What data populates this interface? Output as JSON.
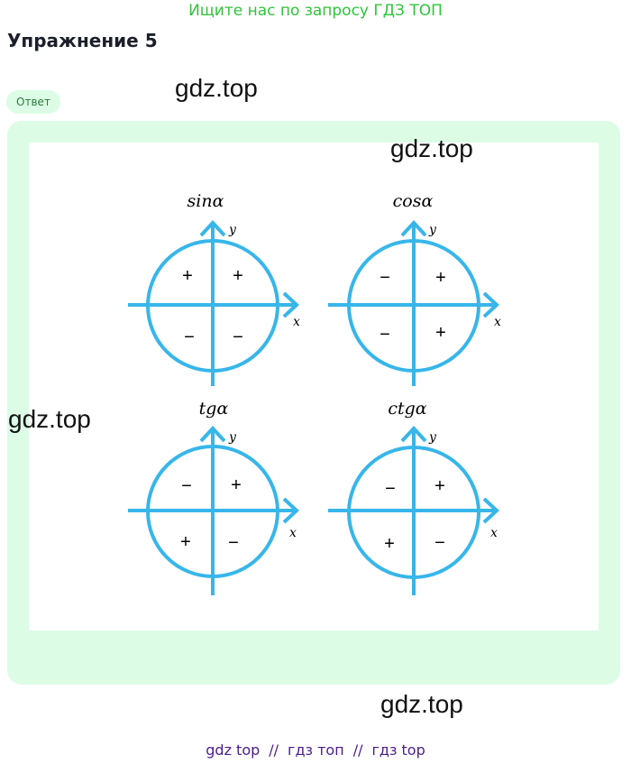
{
  "banner": "Ищите нас по запросу ГДЗ ТОП",
  "exercise_title": "Упражнение 5",
  "answer_label": "Ответ",
  "watermarks": [
    "gdz.top",
    "gdz.top",
    "gdz.top",
    "gdz.top"
  ],
  "footer": [
    "gdz top",
    "гдз топ",
    "гдз top"
  ],
  "footer_separator": "//",
  "accent_color": "#37b6ea",
  "panel_color": "#dcfce6",
  "diagrams": [
    {
      "title": "sinα",
      "x_label": "x",
      "y_label": "y",
      "signs": [
        "+",
        "+",
        "−",
        "−"
      ]
    },
    {
      "title": "cosα",
      "x_label": "x",
      "y_label": "y",
      "signs": [
        "−",
        "+",
        "−",
        "+"
      ]
    },
    {
      "title": "tgα",
      "x_label": "x",
      "y_label": "y",
      "signs": [
        "−",
        "+",
        "+",
        "−"
      ]
    },
    {
      "title": "ctgα",
      "x_label": "x",
      "y_label": "y",
      "signs": [
        "−",
        "+",
        "+",
        "−"
      ]
    }
  ]
}
